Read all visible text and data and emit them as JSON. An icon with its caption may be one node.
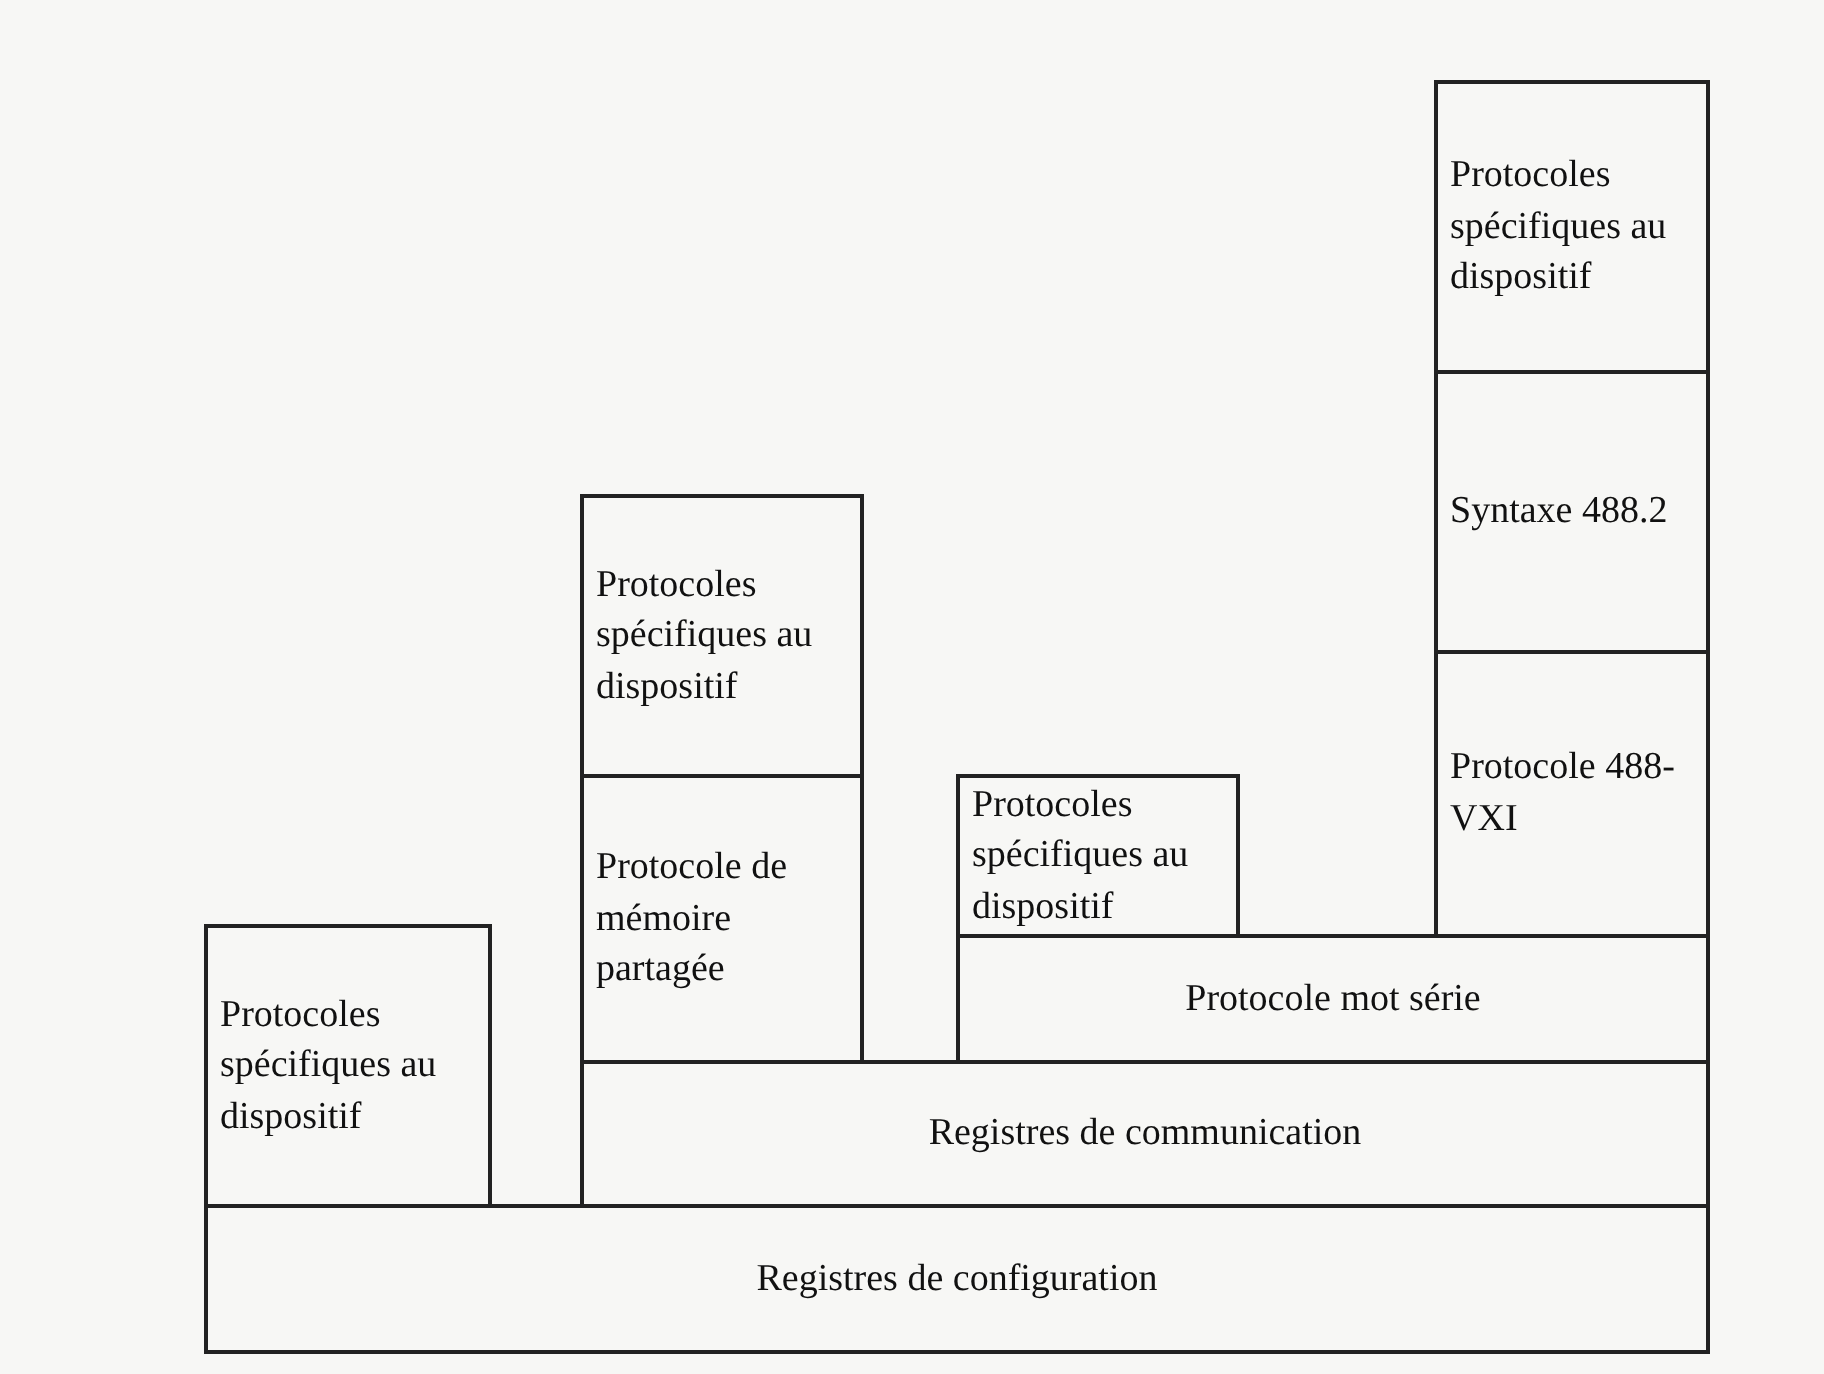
{
  "diagram": {
    "nodes": [
      {
        "text": [
          "Protocoles spécifiques au dispositif"
        ]
      },
      {
        "text": [
          "Syntaxe 488.2"
        ]
      },
      {
        "text": [
          "Protocoles spécifiques au dispositif"
        ]
      },
      {
        "text": [
          "Protocole 488-VXI"
        ]
      },
      {
        "text": [
          "Protocole de mémoire partagée"
        ]
      },
      {
        "text": [
          "Protocoles spécifiques au dispositif"
        ]
      },
      {
        "text": [
          "Protocoles spécifiques au dispositif"
        ]
      },
      {
        "text": [
          "Protocole mot série"
        ]
      },
      {
        "text": [
          "Registres de communication"
        ]
      },
      {
        "text": [
          "Registres de configuration"
        ]
      }
    ]
  }
}
